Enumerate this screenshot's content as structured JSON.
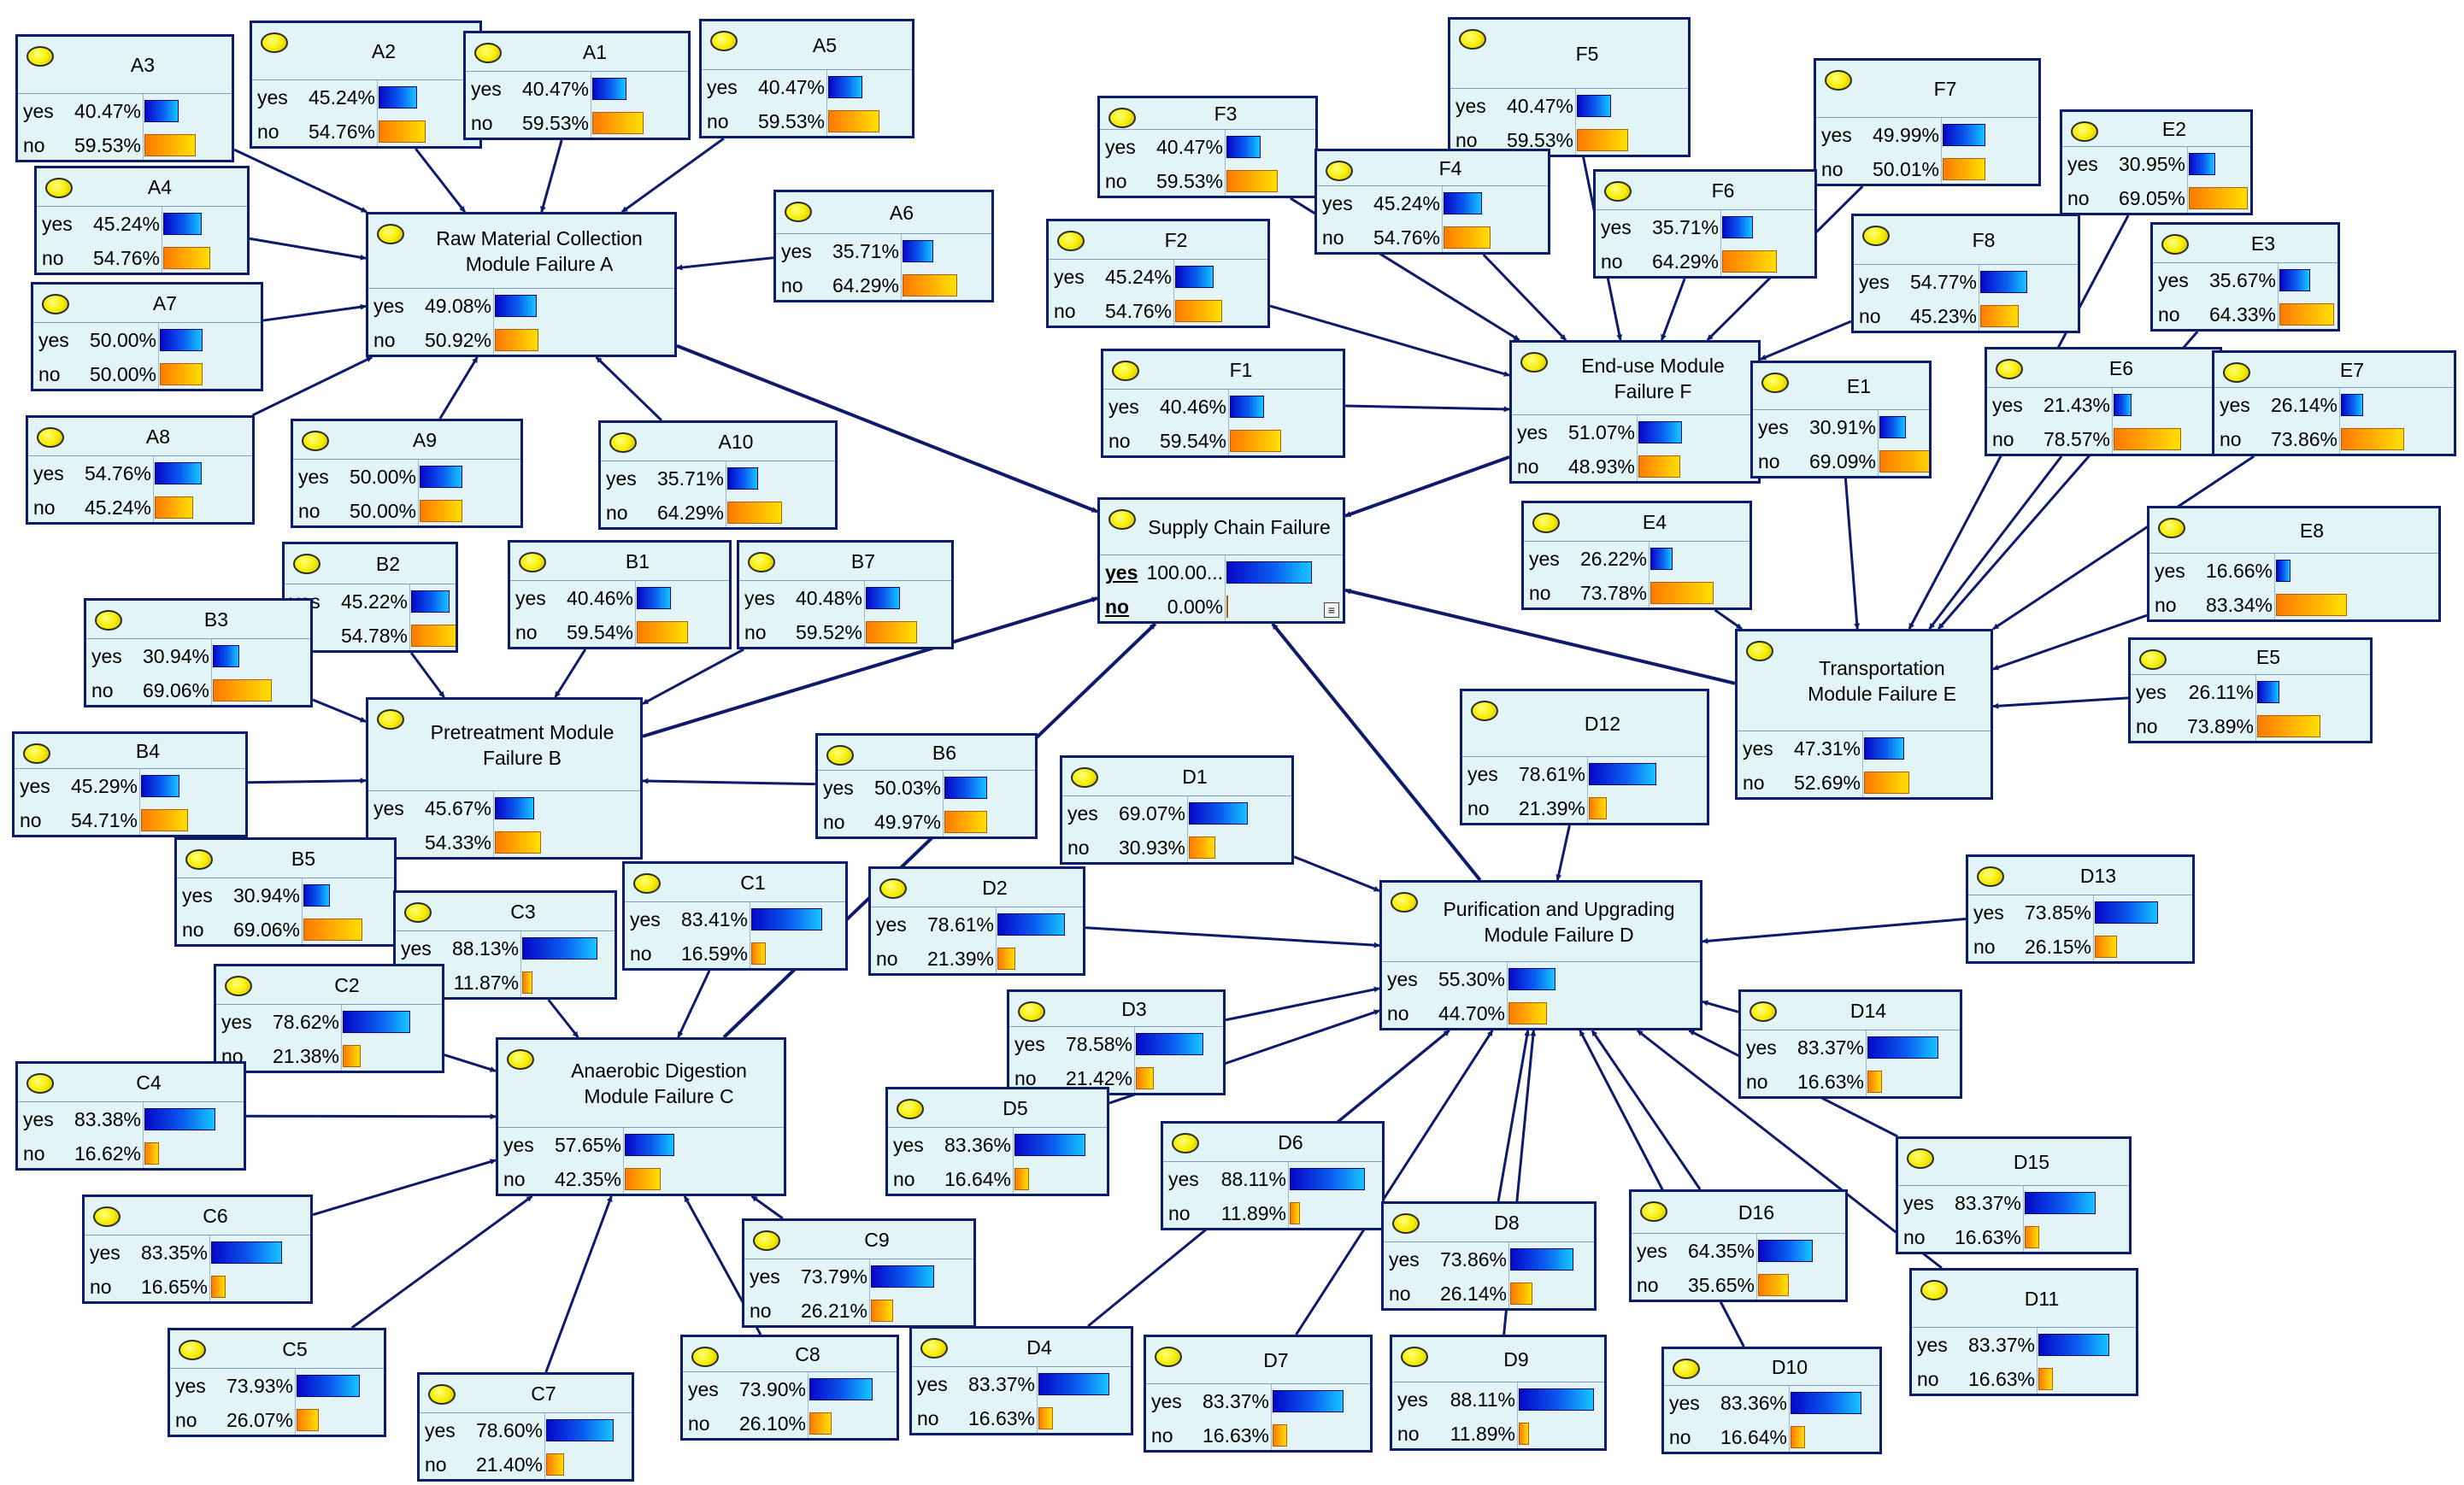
{
  "colors": {
    "node_bg": "#e3f4f7",
    "node_border": "#0c1b6b",
    "edge": "#0c1b6b",
    "yes_bar": "#0a5df0",
    "no_bar": "#ffb000",
    "bulb": "#f6ec00"
  },
  "state_labels": {
    "yes": "yes",
    "no": "no"
  },
  "nodes": [
    {
      "id": "A3",
      "title": "A3",
      "yes": "40.47%",
      "no": "59.53%",
      "p": 0.4047
    },
    {
      "id": "A2",
      "title": "A2",
      "yes": "45.24%",
      "no": "54.76%",
      "p": 0.4524
    },
    {
      "id": "A1",
      "title": "A1",
      "yes": "40.47%",
      "no": "59.53%",
      "p": 0.4047
    },
    {
      "id": "A5",
      "title": "A5",
      "yes": "40.47%",
      "no": "59.53%",
      "p": 0.4047
    },
    {
      "id": "A4",
      "title": "A4",
      "yes": "45.24%",
      "no": "54.76%",
      "p": 0.4524
    },
    {
      "id": "A",
      "title": "Raw  Material Collection\nModule Failure A",
      "yes": "49.08%",
      "no": "50.92%",
      "p": 0.4908
    },
    {
      "id": "A6",
      "title": "A6",
      "yes": "35.71%",
      "no": "64.29%",
      "p": 0.3571
    },
    {
      "id": "A7",
      "title": "A7",
      "yes": "50.00%",
      "no": "50.00%",
      "p": 0.5
    },
    {
      "id": "A8",
      "title": "A8",
      "yes": "54.76%",
      "no": "45.24%",
      "p": 0.5476
    },
    {
      "id": "A9",
      "title": "A9",
      "yes": "50.00%",
      "no": "50.00%",
      "p": 0.5
    },
    {
      "id": "A10",
      "title": "A10",
      "yes": "35.71%",
      "no": "64.29%",
      "p": 0.3571
    },
    {
      "id": "F3",
      "title": "F3",
      "yes": "40.47%",
      "no": "59.53%",
      "p": 0.4047
    },
    {
      "id": "F5",
      "title": "F5",
      "yes": "40.47%",
      "no": "59.53%",
      "p": 0.4047
    },
    {
      "id": "F7",
      "title": "F7",
      "yes": "49.99%",
      "no": "50.01%",
      "p": 0.4999
    },
    {
      "id": "E2",
      "title": "E2",
      "yes": "30.95%",
      "no": "69.05%",
      "p": 0.3095
    },
    {
      "id": "F4",
      "title": "F4",
      "yes": "45.24%",
      "no": "54.76%",
      "p": 0.4524
    },
    {
      "id": "F6",
      "title": "F6",
      "yes": "35.71%",
      "no": "64.29%",
      "p": 0.3571
    },
    {
      "id": "F2",
      "title": "F2",
      "yes": "45.24%",
      "no": "54.76%",
      "p": 0.4524
    },
    {
      "id": "F8",
      "title": "F8",
      "yes": "54.77%",
      "no": "45.23%",
      "p": 0.5477
    },
    {
      "id": "E3",
      "title": "E3",
      "yes": "35.67%",
      "no": "64.33%",
      "p": 0.3567
    },
    {
      "id": "F1",
      "title": "F1",
      "yes": "40.46%",
      "no": "59.54%",
      "p": 0.4046
    },
    {
      "id": "F",
      "title": "End-use Module\nFailure F",
      "yes": "51.07%",
      "no": "48.93%",
      "p": 0.5107
    },
    {
      "id": "E1",
      "title": "E1",
      "yes": "30.91%",
      "no": "69.09%",
      "p": 0.3091
    },
    {
      "id": "E6",
      "title": "E6",
      "yes": "21.43%",
      "no": "78.57%",
      "p": 0.2143
    },
    {
      "id": "E7",
      "title": "E7",
      "yes": "26.14%",
      "no": "73.86%",
      "p": 0.2614
    },
    {
      "id": "SCF",
      "title": "Supply Chain Failure",
      "yes": "100.00...",
      "no": "0.00%",
      "p": 1.0
    },
    {
      "id": "E4",
      "title": "E4",
      "yes": "26.22%",
      "no": "73.78%",
      "p": 0.2622
    },
    {
      "id": "E8",
      "title": "E8",
      "yes": "16.66%",
      "no": "83.34%",
      "p": 0.1666
    },
    {
      "id": "B2",
      "title": "B2",
      "yes": "45.22%",
      "no": "54.78%",
      "p": 0.4522
    },
    {
      "id": "B1",
      "title": "B1",
      "yes": "40.46%",
      "no": "59.54%",
      "p": 0.4046
    },
    {
      "id": "B7",
      "title": "B7",
      "yes": "40.48%",
      "no": "59.52%",
      "p": 0.4048
    },
    {
      "id": "B3",
      "title": "B3",
      "yes": "30.94%",
      "no": "69.06%",
      "p": 0.3094
    },
    {
      "id": "E",
      "title": "Transportation\nModule Failure E",
      "yes": "47.31%",
      "no": "52.69%",
      "p": 0.4731
    },
    {
      "id": "E5",
      "title": "E5",
      "yes": "26.11%",
      "no": "73.89%",
      "p": 0.2611
    },
    {
      "id": "B",
      "title": "Pretreatment Module\nFailure B",
      "yes": "45.67%",
      "no": "54.33%",
      "p": 0.4567
    },
    {
      "id": "B4",
      "title": "B4",
      "yes": "45.29%",
      "no": "54.71%",
      "p": 0.4529
    },
    {
      "id": "B6",
      "title": "B6",
      "yes": "50.03%",
      "no": "49.97%",
      "p": 0.5003
    },
    {
      "id": "D1",
      "title": "D1",
      "yes": "69.07%",
      "no": "30.93%",
      "p": 0.6907
    },
    {
      "id": "D12",
      "title": "D12",
      "yes": "78.61%",
      "no": "21.39%",
      "p": 0.7861
    },
    {
      "id": "B5",
      "title": "B5",
      "yes": "30.94%",
      "no": "69.06%",
      "p": 0.3094
    },
    {
      "id": "C1",
      "title": "C1",
      "yes": "83.41%",
      "no": "16.59%",
      "p": 0.8341
    },
    {
      "id": "C3",
      "title": "C3",
      "yes": "88.13%",
      "no": "11.87%",
      "p": 0.8813
    },
    {
      "id": "D2",
      "title": "D2",
      "yes": "78.61%",
      "no": "21.39%",
      "p": 0.7861
    },
    {
      "id": "D",
      "title": "Purification and Upgrading\nModule Failure D",
      "yes": "55.30%",
      "no": "44.70%",
      "p": 0.553
    },
    {
      "id": "D13",
      "title": "D13",
      "yes": "73.85%",
      "no": "26.15%",
      "p": 0.7385
    },
    {
      "id": "C2",
      "title": "C2",
      "yes": "78.62%",
      "no": "21.38%",
      "p": 0.7862
    },
    {
      "id": "D3",
      "title": "D3",
      "yes": "78.58%",
      "no": "21.42%",
      "p": 0.7858
    },
    {
      "id": "D14",
      "title": "D14",
      "yes": "83.37%",
      "no": "16.63%",
      "p": 0.8337
    },
    {
      "id": "C4",
      "title": "C4",
      "yes": "83.38%",
      "no": "16.62%",
      "p": 0.8338
    },
    {
      "id": "C",
      "title": "Anaerobic Digestion\nModule Failure C",
      "yes": "57.65%",
      "no": "42.35%",
      "p": 0.5765
    },
    {
      "id": "D5",
      "title": "D5",
      "yes": "83.36%",
      "no": "16.64%",
      "p": 0.8336
    },
    {
      "id": "D6",
      "title": "D6",
      "yes": "88.11%",
      "no": "11.89%",
      "p": 0.8811
    },
    {
      "id": "D15",
      "title": "D15",
      "yes": "83.37%",
      "no": "16.63%",
      "p": 0.8337
    },
    {
      "id": "C6",
      "title": "C6",
      "yes": "83.35%",
      "no": "16.65%",
      "p": 0.8335
    },
    {
      "id": "C9",
      "title": "C9",
      "yes": "73.79%",
      "no": "26.21%",
      "p": 0.7379
    },
    {
      "id": "D8",
      "title": "D8",
      "yes": "73.86%",
      "no": "26.14%",
      "p": 0.7386
    },
    {
      "id": "D16",
      "title": "D16",
      "yes": "64.35%",
      "no": "35.65%",
      "p": 0.6435
    },
    {
      "id": "D11",
      "title": "D11",
      "yes": "83.37%",
      "no": "16.63%",
      "p": 0.8337
    },
    {
      "id": "C5",
      "title": "C5",
      "yes": "73.93%",
      "no": "26.07%",
      "p": 0.7393
    },
    {
      "id": "C8",
      "title": "C8",
      "yes": "73.90%",
      "no": "26.10%",
      "p": 0.739
    },
    {
      "id": "D4",
      "title": "D4",
      "yes": "83.37%",
      "no": "16.63%",
      "p": 0.8337
    },
    {
      "id": "D7",
      "title": "D7",
      "yes": "83.37%",
      "no": "16.63%",
      "p": 0.8337
    },
    {
      "id": "D9",
      "title": "D9",
      "yes": "88.11%",
      "no": "11.89%",
      "p": 0.8811
    },
    {
      "id": "D10",
      "title": "D10",
      "yes": "83.36%",
      "no": "16.64%",
      "p": 0.8336
    },
    {
      "id": "C7",
      "title": "C7",
      "yes": "78.60%",
      "no": "21.40%",
      "p": 0.786
    }
  ]
}
